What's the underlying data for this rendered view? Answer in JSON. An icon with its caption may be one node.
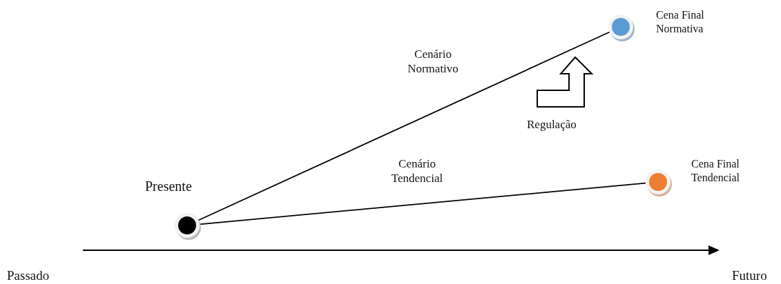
{
  "diagram": {
    "nodes": [
      {
        "text": [],
        "shape": "circle",
        "beside": [
          "Presente"
        ]
      },
      {
        "text": [],
        "shape": "circle",
        "beside": [
          "Cena Final Normativa"
        ]
      },
      {
        "text": [],
        "shape": "circle",
        "beside": [
          "Cena Final Tendencial"
        ]
      }
    ],
    "edges": [
      {
        "from": 0,
        "to": 1,
        "arrow": "none",
        "label": "Cenário Normativo"
      },
      {
        "from": 0,
        "to": 2,
        "arrow": "none",
        "label": "Cenário Tendencial"
      }
    ],
    "labels": [
      "Regulação",
      "Passado",
      "Futuro"
    ]
  }
}
